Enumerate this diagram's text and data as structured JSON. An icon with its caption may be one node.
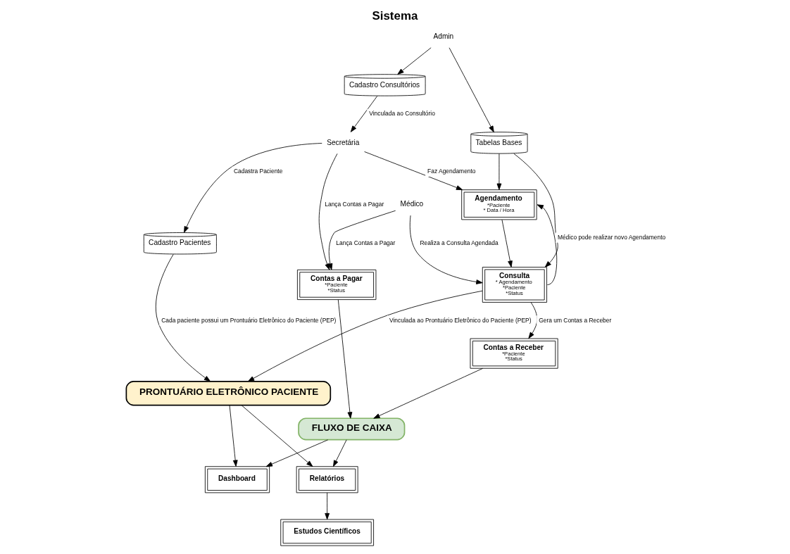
{
  "diagram": {
    "title": "Sistema",
    "nodes": [
      {
        "text": [
          "Cadastro Consultórios"
        ]
      },
      {
        "text": [
          "Cadastro Pacientes"
        ]
      },
      {
        "text": [
          "Admin"
        ]
      },
      {
        "text": [
          "Secretária"
        ]
      },
      {
        "text": [
          "Agendamento",
          "*Paciente",
          "* Data / Hora"
        ]
      },
      {
        "text": [
          "Tabelas Bases"
        ]
      },
      {
        "text": [
          "PRONTUÁRIO ELETRÔNICO PACIENTE"
        ]
      },
      {
        "text": [
          "Médico"
        ]
      },
      {
        "text": [
          "Consulta",
          "* Agendamento",
          "*Paciente",
          "*Status"
        ]
      },
      {
        "text": [
          "Contas a Pagar",
          "*Paciente",
          "*Status"
        ]
      },
      {
        "text": [
          "Contas a Receber",
          "*Paciente",
          "*Status"
        ]
      },
      {
        "text": [
          "Dashboard"
        ]
      },
      {
        "text": [
          "Relatórios"
        ]
      },
      {
        "text": [
          "Estudos Científicos"
        ]
      },
      {
        "text": [
          "FLUXO DE CAIXA"
        ]
      }
    ],
    "edges": [
      {
        "from": 2,
        "to": 0,
        "arrow": "to"
      },
      {
        "from": 0,
        "to": 3,
        "arrow": "to",
        "label": "Vinculada ao Consultório"
      },
      {
        "from": 3,
        "to": 1,
        "arrow": "to",
        "label": "Cadastra Paciente"
      },
      {
        "from": 3,
        "to": 4,
        "arrow": "to",
        "label": "Faz Agendamento"
      },
      {
        "from": 3,
        "to": 9,
        "arrow": "to",
        "label": "Lança Contas a Pagar"
      },
      {
        "from": 1,
        "to": 6,
        "arrow": "to",
        "label": "Cada paciente possui um Prontuário Eletrônico do Paciente (PEP)"
      },
      {
        "from": 2,
        "to": 5,
        "arrow": "to"
      },
      {
        "from": 5,
        "to": 4,
        "arrow": "to"
      },
      {
        "from": 5,
        "to": 8,
        "arrow": "to"
      },
      {
        "from": 4,
        "to": 8,
        "arrow": "to"
      },
      {
        "from": 8,
        "to": 4,
        "arrow": "to",
        "label": "Médico pode realizar novo Agendamento"
      },
      {
        "from": 7,
        "to": 8,
        "arrow": "to",
        "label": "Realiza a Consulta Agendada"
      },
      {
        "from": 7,
        "to": 9,
        "arrow": "to",
        "label": "Lança Contas a Pagar"
      },
      {
        "from": 8,
        "to": 6,
        "arrow": "to",
        "label": "Vinculada ao Prontuário Eletrônico do Paciente (PEP)"
      },
      {
        "from": 8,
        "to": 10,
        "arrow": "to",
        "label": "Gera um Contas a Receber"
      },
      {
        "from": 9,
        "to": 14,
        "arrow": "to"
      },
      {
        "from": 10,
        "to": 14,
        "arrow": "to"
      },
      {
        "from": 14,
        "to": 11,
        "arrow": "to"
      },
      {
        "from": 14,
        "to": 12,
        "arrow": "to"
      },
      {
        "from": 6,
        "to": 11,
        "arrow": "to"
      },
      {
        "from": 6,
        "to": 12,
        "arrow": "to"
      },
      {
        "from": 12,
        "to": 13,
        "arrow": "to"
      }
    ]
  }
}
